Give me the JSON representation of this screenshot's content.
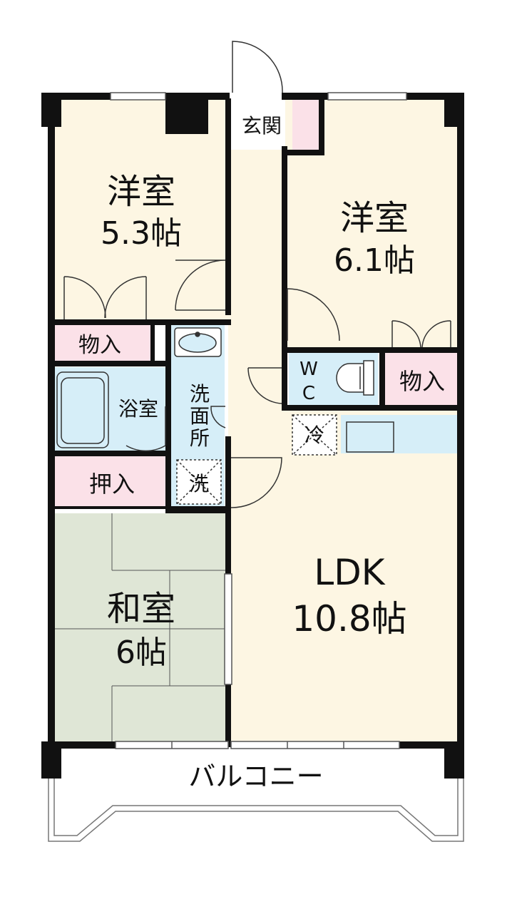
{
  "colors": {
    "wall": "#111111",
    "western_room": "#fdf6e3",
    "tatami": "#dfe6d6",
    "storage": "#fbe1e8",
    "wet_area": "#d6eef8",
    "exterior": "#ffffff",
    "outline": "#888888"
  },
  "rooms": {
    "western_left": {
      "name": "洋室",
      "size": "5.3帖"
    },
    "western_right": {
      "name": "洋室",
      "size": "6.1帖"
    },
    "ldk": {
      "name": "LDK",
      "size": "10.8帖"
    },
    "japanese": {
      "name": "和室",
      "size": "6帖"
    },
    "entrance": "玄関",
    "storage_left": "物入",
    "storage_right": "物入",
    "oshiire": "押入",
    "bathroom": "浴室",
    "washroom_chars": [
      "洗",
      "面",
      "所"
    ],
    "washer": "洗",
    "toilet_chars": [
      "W",
      "C"
    ],
    "fridge": "冷",
    "balcony": "バルコニー"
  },
  "icons": {
    "bathtub": "bathtub-icon",
    "sink": "sink-icon",
    "toilet": "toilet-icon",
    "kitchen": "kitchen-counter-icon",
    "door_swing": "door-swing-icon"
  }
}
